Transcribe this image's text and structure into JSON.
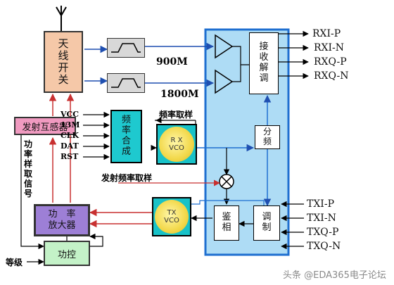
{
  "blocks": {
    "antenna_switch": [
      "天",
      "线",
      "开",
      "关"
    ],
    "tx_coupler": "发射互感器",
    "freq_synth": [
      "频",
      "率",
      "合",
      "成"
    ],
    "power_amp": [
      "功　率",
      "放大器"
    ],
    "power_ctrl": "功控",
    "rx_vco": [
      "R X",
      "VCO"
    ],
    "tx_vco": [
      "TX",
      "VCO"
    ],
    "demodulator": [
      "接",
      "收",
      "解",
      "调"
    ],
    "divider": [
      "分",
      "频"
    ],
    "phase_detector": [
      "鉴",
      "相"
    ],
    "modulator": [
      "调",
      "制"
    ]
  },
  "labels": {
    "band_900": "900M",
    "band_1800": "1800M",
    "freq_sampling": "频率取样",
    "tx_freq_sampling": "发射频率取样",
    "power_sample_signal": [
      "功",
      "率",
      "样",
      "取",
      "信",
      "号"
    ],
    "level": "等级"
  },
  "synth_inputs": [
    "VCC",
    "13M",
    "CLK",
    "DAT",
    "RST"
  ],
  "rx_outputs": [
    "RXI-P",
    "RXI-N",
    "RXQ-P",
    "RXQ-N"
  ],
  "tx_inputs": [
    "TXI-P",
    "TXI-N",
    "TXQ-P",
    "TXQ-N"
  ],
  "watermark": "头条 @EDA365电子论坛",
  "colors": {
    "antenna_switch": "#f5c8a8",
    "coupler": "#f09ac0",
    "synth": "#1ec9cf",
    "transceiver": "#aedcf5",
    "power_amp": "#9d7fd6",
    "power_ctrl": "#c4f2c8",
    "wire_red": "#d04040",
    "wire_blue": "#1f6fd0"
  }
}
